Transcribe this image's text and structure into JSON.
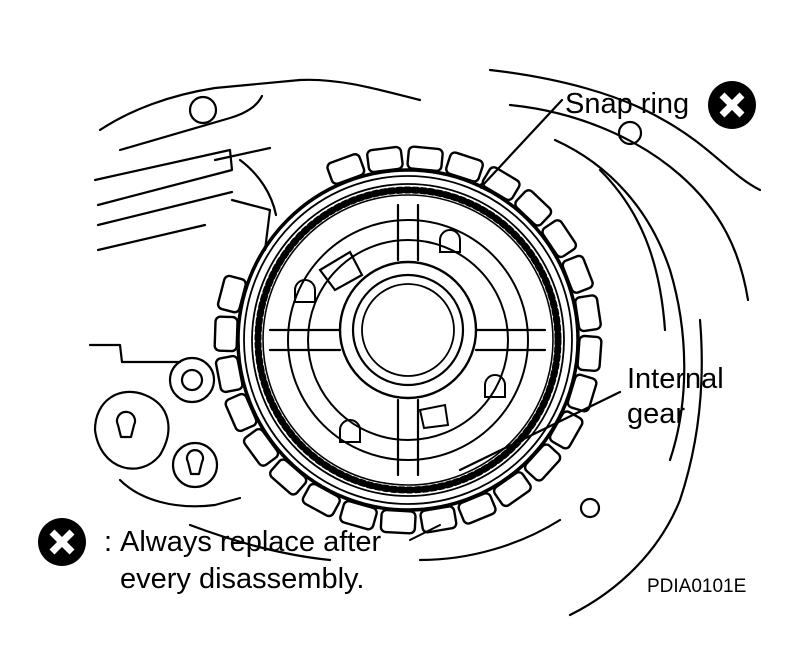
{
  "labels": {
    "snap_ring": "Snap ring",
    "internal_gear_line1": "Internal",
    "internal_gear_line2": "gear",
    "legend_colon": ":",
    "legend_line1": "Always replace after",
    "legend_line2": "every disassembly.",
    "figure_code": "PDIA0101E"
  },
  "colors": {
    "ink": "#000000",
    "paper": "#ffffff"
  },
  "icons": {
    "replace_marker": "circled-x-icon"
  }
}
